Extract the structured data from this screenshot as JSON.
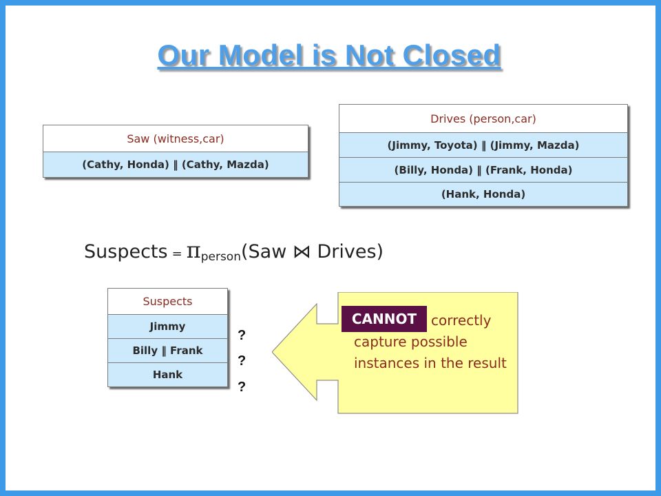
{
  "title": "Our Model is Not Closed",
  "saw": {
    "header": "Saw (witness,car)",
    "rows": [
      "(Cathy, Honda) ‖ (Cathy, Mazda)"
    ]
  },
  "drives": {
    "header": "Drives (person,car)",
    "rows": [
      "(Jimmy, Toyota) ‖ (Jimmy, Mazda)",
      "(Billy, Honda) ‖ (Frank, Honda)",
      "(Hank, Honda)"
    ]
  },
  "formula": {
    "lhs": "Suspects",
    "eq": "=",
    "pi": "π",
    "sub": "person",
    "open": "(Saw ",
    "join": "⋈",
    "close": " Drives)"
  },
  "suspects": {
    "header": "Suspects",
    "rows": [
      "Jimmy",
      "Billy ‖ Frank",
      "Hank"
    ]
  },
  "question_marks": [
    "?",
    "?",
    "?"
  ],
  "callout": {
    "badge": "CANNOT",
    "text": "correctly capture possible instances in the result",
    "fill_color": "#ffffa0",
    "badge_color": "#5a0f45"
  }
}
